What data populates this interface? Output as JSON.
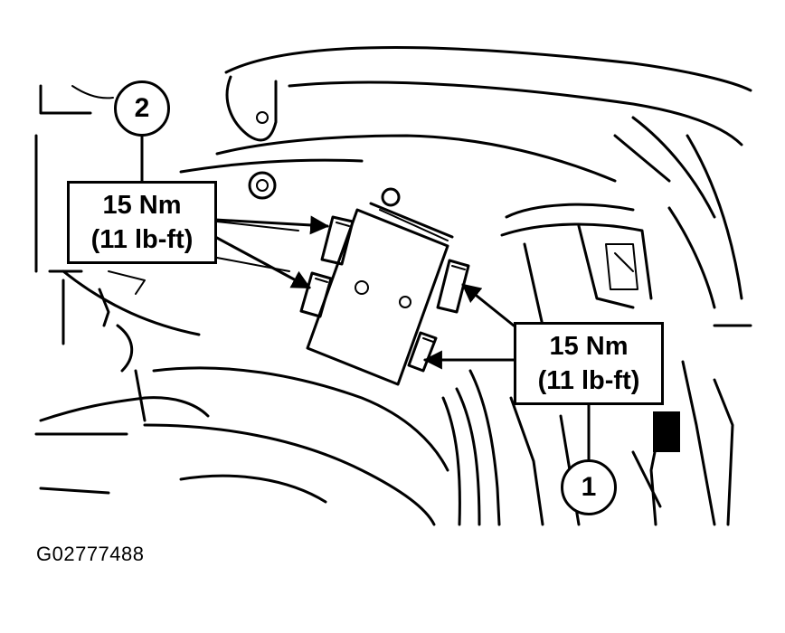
{
  "callouts": [
    {
      "line1": "15 Nm",
      "line2": "(11 lb-ft)"
    },
    {
      "line1": "15 Nm",
      "line2": "(11 lb-ft)"
    }
  ],
  "badges": [
    {
      "label": "2"
    },
    {
      "label": "1"
    }
  ],
  "figure_id": "G02777488"
}
